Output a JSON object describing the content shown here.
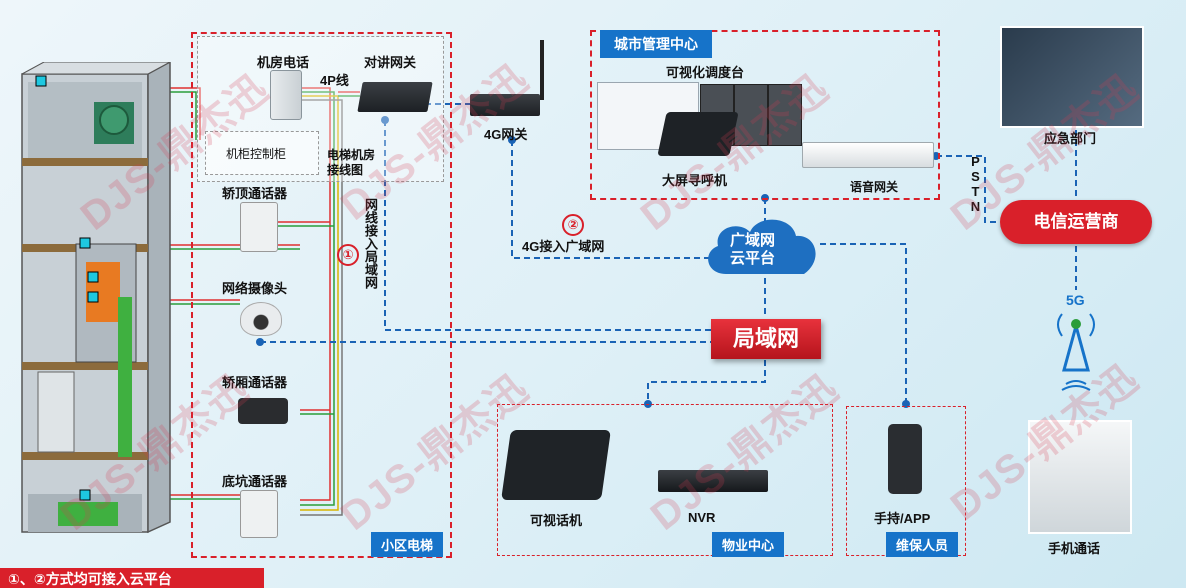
{
  "labels": {
    "machine_phone": "机房电话",
    "fourp_line": "4P线",
    "intercom_gateway": "对讲网关",
    "cabinet_control": "机柜控制柜",
    "elevator_wiring": "电梯机房\n接线图",
    "car_top_intercom": "轿顶通话器",
    "network_camera": "网络摄像头",
    "car_intercom": "轿厢通话器",
    "pit_intercom": "底坑通话器",
    "network_to_lan": "网线接入局域网",
    "gateway_4g": "4G网关",
    "access_4g_wan": "4G接入广域网",
    "city_center": "城市管理中心",
    "dispatch_console": "可视化调度台",
    "big_screen_caller": "大屏寻呼机",
    "voice_gateway": "语音网关",
    "wan_cloud": "广域网\n云平台",
    "lan": "局域网",
    "emergency_dept": "应急部门",
    "pstn": "PSTN",
    "carrier": "电信运营商",
    "fiveg": "5G",
    "mobile_call": "手机通话",
    "video_phone": "可视话机",
    "nvr": "NVR",
    "property_center": "物业中心",
    "handheld_app": "手持/APP",
    "maintenance": "维保人员",
    "community_elevator": "小区电梯",
    "footnote": "①、②方式均可接入云平台",
    "num1": "①",
    "num2": "②",
    "watermark": "DJS-鼎杰迅"
  },
  "colors": {
    "accent_red": "#d9202a",
    "accent_blue": "#1673c9",
    "line_blue": "#1a63b5",
    "line_green": "#2a9d3a"
  }
}
